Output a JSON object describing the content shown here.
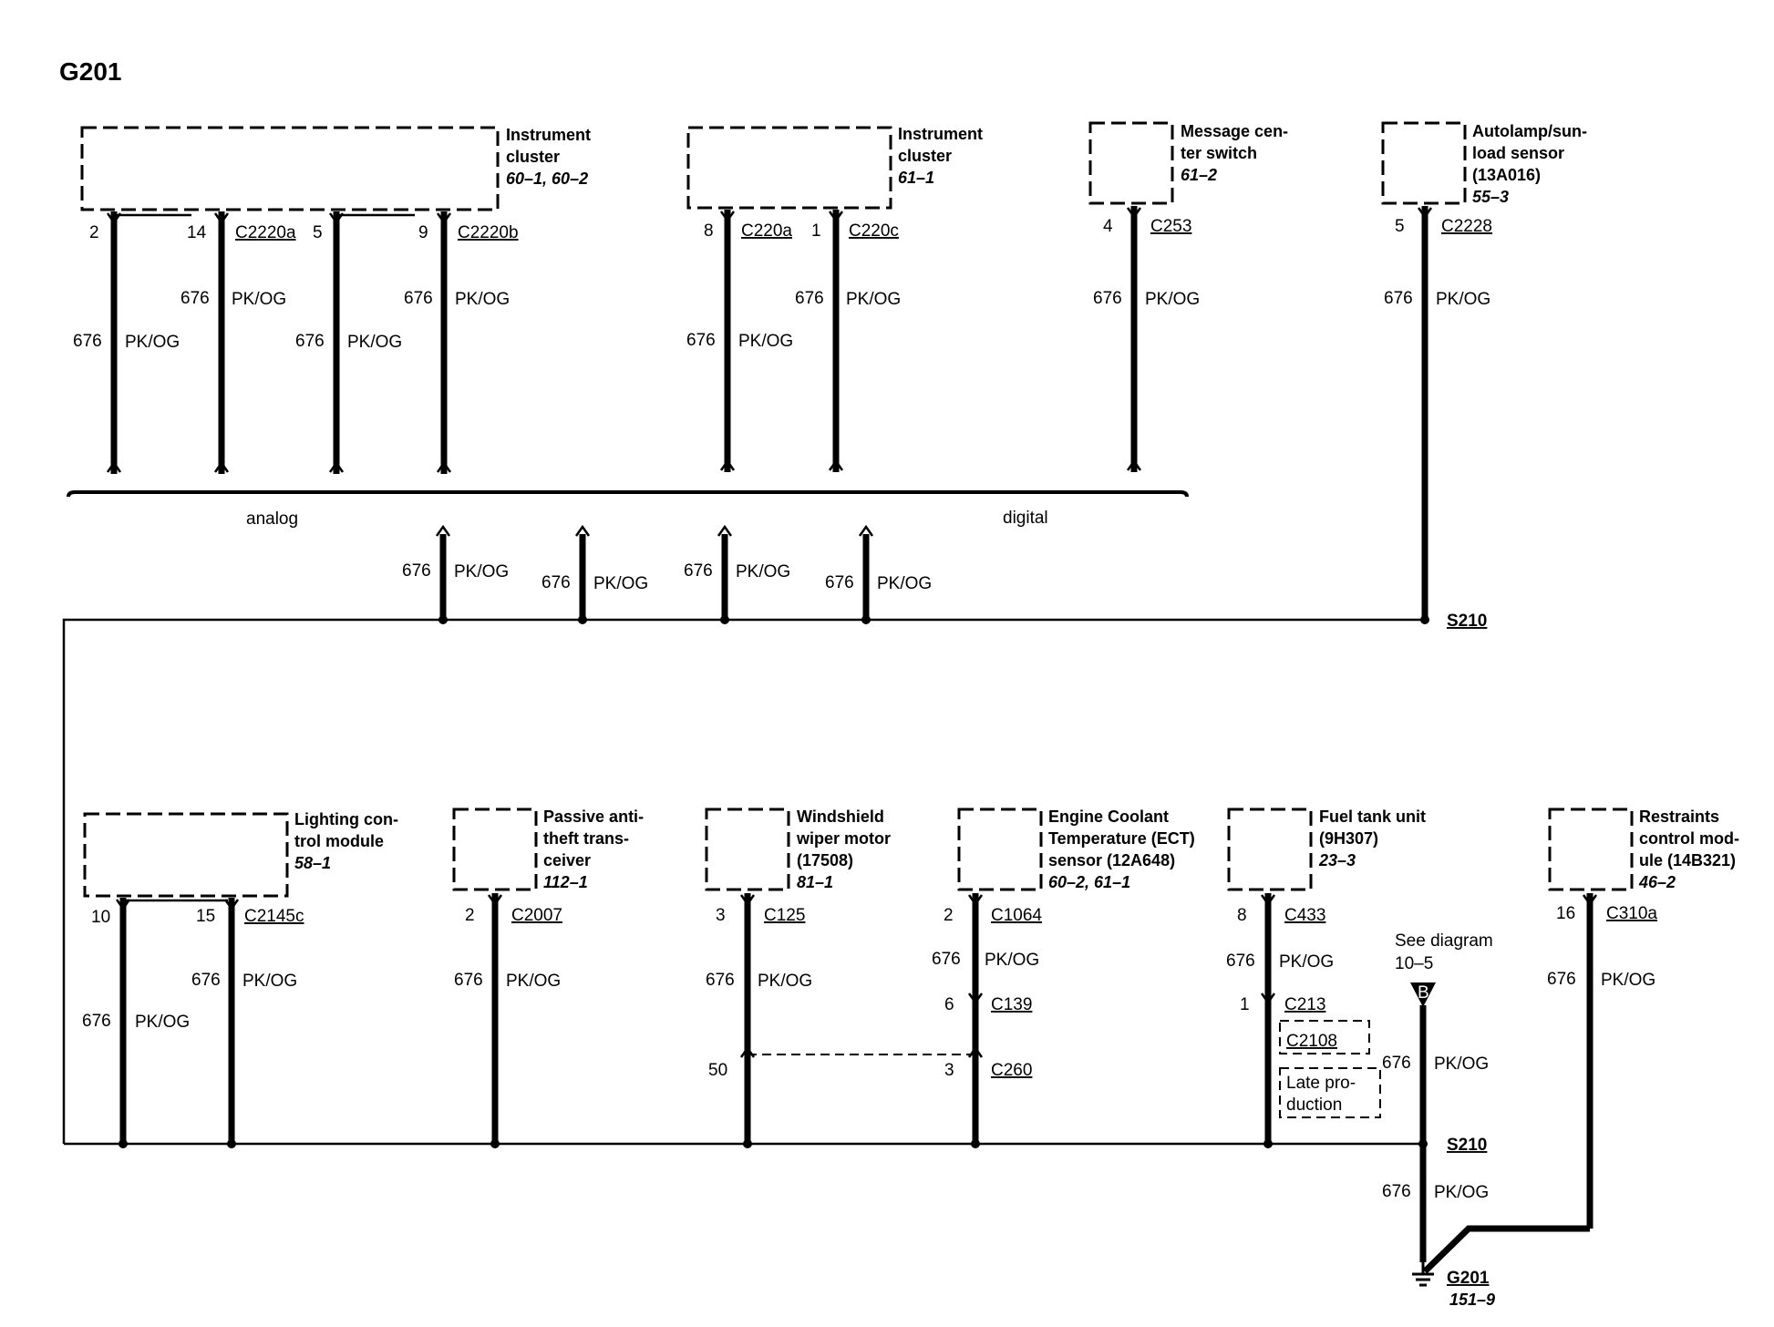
{
  "title": "G201",
  "bus_labels": {
    "analog": "analog",
    "digital": "digital"
  },
  "wire": {
    "circuit": "676",
    "color": "PK/OG"
  },
  "components": {
    "ic_analog": {
      "lines": [
        "Instrument",
        "cluster"
      ],
      "ref": "60–1, 60–2"
    },
    "ic_digital": {
      "lines": [
        "Instrument",
        "cluster"
      ],
      "ref": "61–1"
    },
    "msg_switch": {
      "lines": [
        "Message cen-",
        "ter switch"
      ],
      "ref": "61–2"
    },
    "autolamp": {
      "lines": [
        "Autolamp/sun-",
        "load sensor",
        "(13A016)"
      ],
      "ref": "55–3"
    },
    "lighting": {
      "lines": [
        "Lighting con-",
        "trol module"
      ],
      "ref": "58–1"
    },
    "pats": {
      "lines": [
        "Passive anti-",
        "theft trans-",
        "ceiver"
      ],
      "ref": "112–1"
    },
    "wiper": {
      "lines": [
        "Windshield",
        "wiper motor",
        "(17508)"
      ],
      "ref": "81–1"
    },
    "ect": {
      "lines": [
        "Engine Coolant",
        "Temperature (ECT)",
        "sensor (12A648)"
      ],
      "ref": "60–2, 61–1"
    },
    "fuel": {
      "lines": [
        "Fuel tank unit",
        "(9H307)"
      ],
      "ref": "23–3"
    },
    "rcm": {
      "lines": [
        "Restraints",
        "control mod-",
        "ule (14B321)"
      ],
      "ref": "46–2"
    }
  },
  "pins": {
    "ic_a_2": "2",
    "ic_a_14": "14",
    "ic_a_5": "5",
    "ic_a_9": "9",
    "ic_d_8": "8",
    "ic_d_1": "1",
    "msg_4": "4",
    "auto_5": "5",
    "lcm_10": "10",
    "lcm_15": "15",
    "pats_2": "2",
    "wiper_3": "3",
    "wiper_50": "50",
    "ect_2": "2",
    "ect_6": "6",
    "ect_3": "3",
    "fuel_8": "8",
    "fuel_1": "1",
    "rcm_16": "16"
  },
  "connectors": {
    "C2220a": "C2220a",
    "C2220b": "C2220b",
    "C220a": "C220a",
    "C220c": "C220c",
    "C253": "C253",
    "C2228": "C2228",
    "C2145c": "C2145c",
    "C2007": "C2007",
    "C125": "C125",
    "C260": "C260",
    "C1064": "C1064",
    "C139": "C139",
    "C433": "C433",
    "C213": "C213",
    "C2108": "C2108",
    "C310a": "C310a"
  },
  "splices": {
    "top": "S210",
    "bottom": "S210"
  },
  "ground": {
    "name": "G201",
    "ref": "151–9"
  },
  "notes": {
    "see_diagram": "See diagram",
    "see_diagram_ref": "10–5",
    "marker": "B",
    "late_prod": [
      "Late pro-",
      "duction"
    ]
  }
}
